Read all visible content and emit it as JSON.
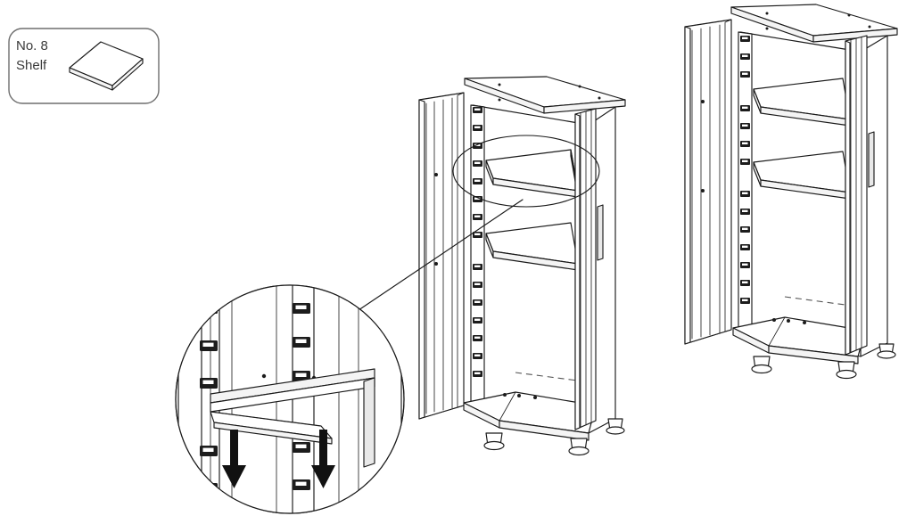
{
  "document": {
    "type": "assembly-instruction-diagram",
    "subject": "Storage cabinet shelf installation",
    "background_color": "#ffffff",
    "line_color": "#1a1a1a",
    "fill_color": "#ffffff",
    "shade_color": "#f2f2f2",
    "text_color": "#3a3a3a"
  },
  "parts_box": {
    "part_number": "No. 8",
    "part_name": "Shelf",
    "border_color": "#6e6e6e",
    "corner_radius": 14,
    "thumbnail": "isometric-shelf-panel"
  },
  "middle_cabinet": {
    "caption": "",
    "state": "shelf-being-installed",
    "doors_open": true,
    "shelves_installed": 2,
    "highlight": {
      "shape": "ellipse",
      "target": "upper-shelf"
    },
    "feet": 3
  },
  "detail_view": {
    "shape": "circle",
    "magnifies": "shelf-clip-engagement",
    "arrows": [
      {
        "direction": "down",
        "label": ""
      },
      {
        "direction": "down",
        "label": ""
      }
    ],
    "arrow_color": "#111111"
  },
  "right_cabinet": {
    "caption": "",
    "state": "shelves-installed-complete",
    "doors_open": true,
    "shelves_installed": 2,
    "feet": 3
  }
}
